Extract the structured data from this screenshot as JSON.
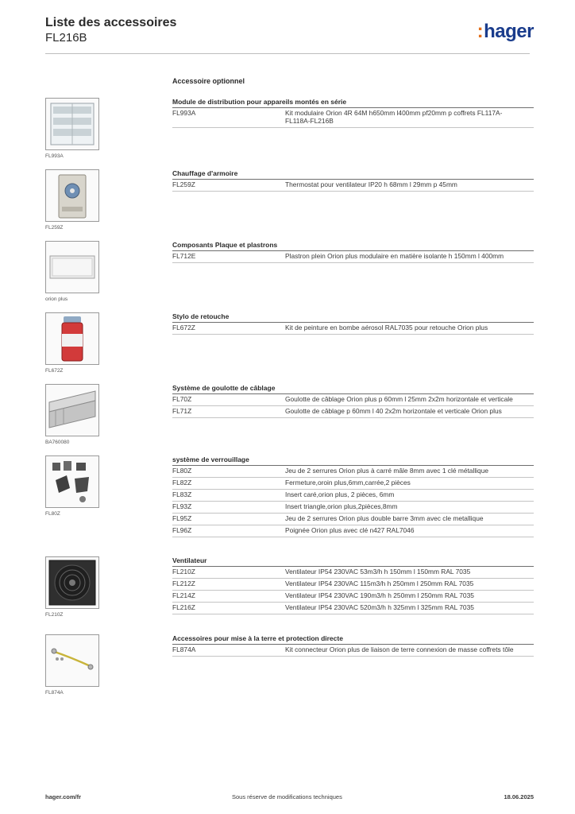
{
  "header": {
    "title": "Liste des accessoires",
    "subtitle": "FL216B",
    "logo": "hager",
    "logo_colon": ":"
  },
  "heading": "Accessoire optionnel",
  "sections": [
    {
      "title": "Module de distribution pour appareils montés en série",
      "image_label": "FL993A",
      "rows": [
        {
          "code": "FL993A",
          "desc": "Kit modulaire Orion 4R 64M h650mm l400mm pf20mm p coffrets FL117A-FL118A-FL216B"
        }
      ]
    },
    {
      "title": "Chauffage d'armoire",
      "image_label": "FL259Z",
      "rows": [
        {
          "code": "FL259Z",
          "desc": "Thermostat pour ventilateur IP20 h 68mm l 29mm p 45mm"
        }
      ]
    },
    {
      "title": "Composants Plaque et plastrons",
      "image_label": "orion plus",
      "rows": [
        {
          "code": "FL712E",
          "desc": "Plastron plein Orion plus modulaire en matière isolante h 150mm l 400mm"
        }
      ]
    },
    {
      "title": "Stylo de retouche",
      "image_label": "FL672Z",
      "rows": [
        {
          "code": "FL672Z",
          "desc": "Kit de peinture en bombe aérosol RAL7035 pour retouche Orion plus"
        }
      ]
    },
    {
      "title": "Système de goulotte de câblage",
      "image_label": "BA760080",
      "rows": [
        {
          "code": "FL70Z",
          "desc": "Goulotte de câblage Orion plus p 60mm l 25mm 2x2m horizontale et verticale"
        },
        {
          "code": "FL71Z",
          "desc": "Goulotte de câblage p 60mm l 40 2x2m horizontale et verticale Orion plus"
        }
      ]
    },
    {
      "title": "système de verrouillage",
      "image_label": "FL80Z",
      "rows": [
        {
          "code": "FL80Z",
          "desc": "Jeu de 2 serrures Orion plus à carré mâle 8mm avec 1 clé métallique"
        },
        {
          "code": "FL82Z",
          "desc": "Fermeture,oroin plus,6mm,carrée,2 pièces"
        },
        {
          "code": "FL83Z",
          "desc": "Insert caré,orion plus, 2 pièces, 6mm"
        },
        {
          "code": "FL93Z",
          "desc": "Insert triangle,orion plus,2pièces,8mm"
        },
        {
          "code": "FL95Z",
          "desc": "Jeu de 2 serrures Orion plus double barre 3mm avec cle metallique"
        },
        {
          "code": "FL96Z",
          "desc": "Poignée Orion plus avec clé n427 RAL7046"
        }
      ]
    },
    {
      "title": "Ventilateur",
      "image_label": "FL210Z",
      "rows": [
        {
          "code": "FL210Z",
          "desc": "Ventilateur IP54 230VAC 53m3/h h 150mm l 150mm RAL 7035"
        },
        {
          "code": "FL212Z",
          "desc": "Ventilateur IP54 230VAC 115m3/h h 250mm l 250mm RAL 7035"
        },
        {
          "code": "FL214Z",
          "desc": "Ventilateur IP54 230VAC 190m3/h h 250mm l 250mm RAL 7035"
        },
        {
          "code": "FL216Z",
          "desc": "Ventilateur IP54 230VAC 520m3/h h 325mm l 325mm RAL 7035"
        }
      ]
    },
    {
      "title": "Accessoires pour mise à la terre et protection directe",
      "image_label": "FL874A",
      "rows": [
        {
          "code": "FL874A",
          "desc": "Kit connecteur Orion plus de liaison de terre connexion de masse coffrets tôle"
        }
      ]
    }
  ],
  "footer": {
    "website": "hager.com/fr",
    "note": "Sous réserve de modifications techniques",
    "date": "18.06.2025"
  }
}
